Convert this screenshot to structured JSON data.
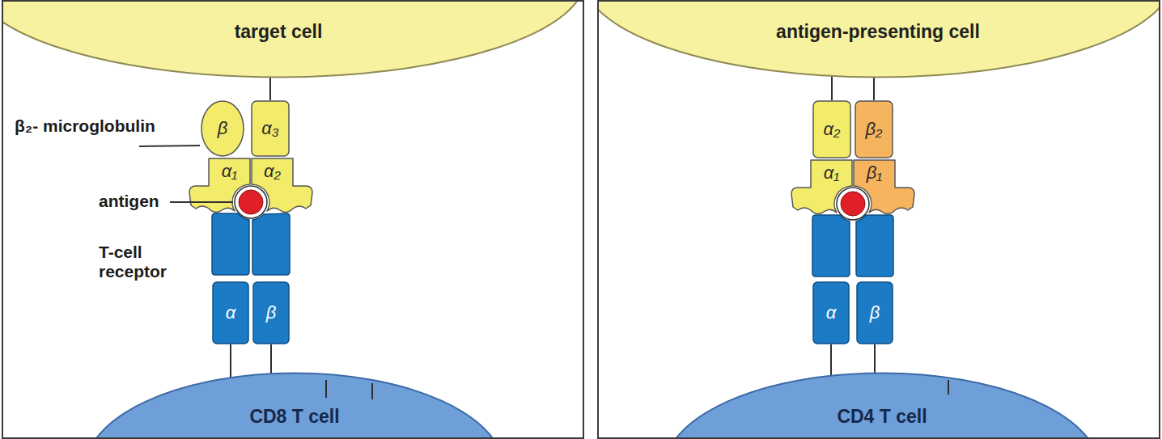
{
  "diagram": {
    "nodes": [
      {
        "text": [
          "target cell"
        ]
      },
      {
        "text": [
          "β"
        ]
      },
      {
        "text": [
          "α₃"
        ]
      },
      {
        "text": [
          "α₁"
        ]
      },
      {
        "text": [
          "α₂"
        ]
      },
      {
        "text": [
          "α"
        ]
      },
      {
        "text": [
          "β"
        ]
      },
      {
        "text": [
          "CD8 T cell"
        ]
      },
      {
        "text": [
          "antigen-presenting cell"
        ]
      },
      {
        "text": [
          "α₂"
        ]
      },
      {
        "text": [
          "β₂"
        ]
      },
      {
        "text": [
          "α₁"
        ]
      },
      {
        "text": [
          "β₁"
        ]
      },
      {
        "text": [
          "α"
        ]
      },
      {
        "text": [
          "β"
        ]
      },
      {
        "text": [
          "CD4 T cell"
        ]
      }
    ],
    "edges": [
      {
        "from": 2,
        "to": 0,
        "arrow": "none"
      },
      {
        "from": 5,
        "to": 7,
        "arrow": "none"
      },
      {
        "from": 6,
        "to": 7,
        "arrow": "none"
      },
      {
        "from": 9,
        "to": 8,
        "arrow": "none"
      },
      {
        "from": 10,
        "to": 8,
        "arrow": "none"
      },
      {
        "from": 13,
        "to": 15,
        "arrow": "none"
      },
      {
        "from": 14,
        "to": 15,
        "arrow": "none"
      }
    ],
    "labels": [
      "β₂- microglobulin",
      "antigen",
      "T-cell receptor"
    ]
  }
}
